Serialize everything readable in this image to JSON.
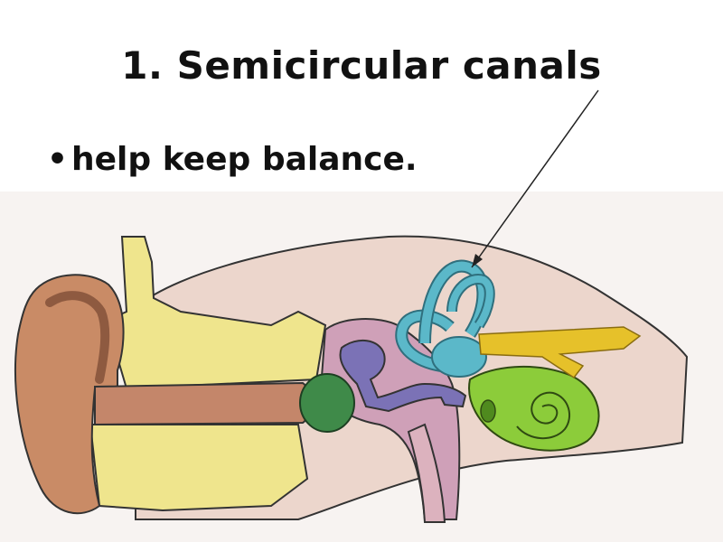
{
  "slide": {
    "title": "1. Semicircular canals",
    "bullet_symbol": "•",
    "bullet_text": "help keep balance."
  },
  "diagram": {
    "subject": "ear-anatomy-drawing",
    "colors": {
      "outer_ear": "#c98b66",
      "outer_ear_dark": "#a86a4e",
      "ear_canal": "#c4866a",
      "bone": "#efe58d",
      "tissue": "#ecd6cc",
      "middle_ear": "#cfa0b8",
      "eardrum": "#3f8a49",
      "ossicles": "#7b72b6",
      "semicircular_canals": "#5bb8c9",
      "cochlea": "#8ccc3a",
      "nerve": "#e6c12a",
      "tube": "#dcb2be"
    }
  }
}
